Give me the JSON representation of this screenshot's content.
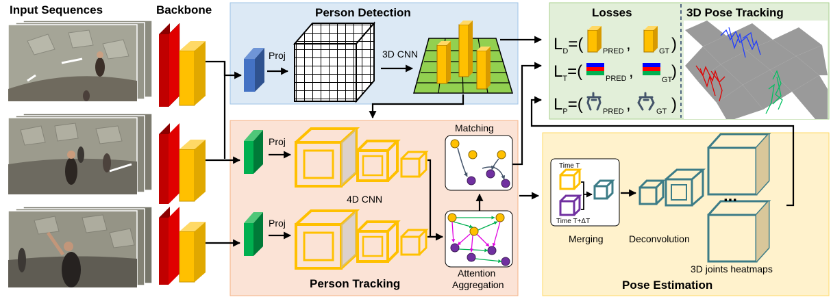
{
  "columns": {
    "input_sequences": "Input Sequences",
    "backbone": "Backbone"
  },
  "person_detection": {
    "title": "Person Detection",
    "proj_label": "Proj",
    "cnn_label": "3D CNN"
  },
  "person_tracking": {
    "title": "Person Tracking",
    "proj_label_top": "Proj",
    "proj_label_bottom": "Proj",
    "cnn_label": "4D CNN",
    "matching_label": "Matching",
    "attention_label_line1": "Attention",
    "attention_label_line2": "Aggregation"
  },
  "losses": {
    "title": "Losses",
    "ld_main": "L",
    "ld_sub": "D",
    "lt_main": "L",
    "lt_sub": "T",
    "lp_main": "L",
    "lp_sub": "P",
    "eq_open": "=(",
    "comma": ",",
    "close": ")",
    "pred": "PRED",
    "gt": "GT"
  },
  "tracking3d": {
    "title": "3D Pose Tracking"
  },
  "pose_estimation": {
    "title": "Pose Estimation",
    "time_t": "Time T",
    "time_t_dt": "Time T+ΔT",
    "merging_label": "Merging",
    "deconv_label": "Deconvolution",
    "heatmaps_label": "3D joints heatmaps",
    "ellipsis": "..."
  },
  "colors": {
    "detection_bg": "#dce9f5",
    "tracking_bg": "#fbe3d6",
    "losses_bg": "#e2efd9",
    "pose_bg": "#fff2cc",
    "cube_orange": "#ffc000",
    "cube_teal": "#3c7c87",
    "backbone_red": "#c00000",
    "proj_blue": "#4472c4",
    "proj_green": "#00b050"
  }
}
